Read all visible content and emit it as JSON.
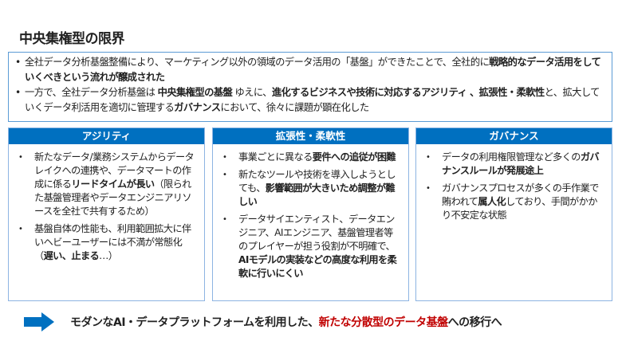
{
  "title": "中央集権型の限界",
  "summary": [
    [
      {
        "t": "全社データ分析基盤整備により、マーケティング以外の領域のデータ活用の「基盤」ができたことで、全社的に"
      },
      {
        "t": "戦略的なデータ活用をしていくべきという流れが醸成された",
        "b": true
      }
    ],
    [
      {
        "t": "一方で、全社データ分析基盤は "
      },
      {
        "t": "中央集権型の基盤",
        "b": true
      },
      {
        "t": " ゆえに、"
      },
      {
        "t": "進化するビジネスや技術に対応するアジリティ 、拡張性・柔軟性",
        "b": true
      },
      {
        "t": "と、拡大していくデータ利活用を適切に管理する"
      },
      {
        "t": "ガバナンス",
        "b": true
      },
      {
        "t": "において、徐々に課題が顕在化した"
      }
    ]
  ],
  "columns": [
    {
      "header": "アジリティ",
      "items": [
        [
          {
            "t": "新たなデータ/業務システムからデータレイクへの連携や、データマートの作成に係る"
          },
          {
            "t": "リードタイムが長い",
            "b": true
          },
          {
            "t": "（限られた基盤管理者やデータエンジニアリソースを全社で共有するため）"
          }
        ],
        [
          {
            "t": "基盤自体の性能も、利用範囲拡大に伴いヘビーユーザーには不満が常態化（"
          },
          {
            "t": "遅い、止まる",
            "b": true
          },
          {
            "t": "…）"
          }
        ]
      ]
    },
    {
      "header": "拡張性・柔軟性",
      "items": [
        [
          {
            "t": "事業ごとに異なる"
          },
          {
            "t": "要件への追従が困難",
            "b": true
          }
        ],
        [
          {
            "t": "新たなツールや技術を導入しようとしても、"
          },
          {
            "t": "影響範囲が大きいため調整が難しい",
            "b": true
          }
        ],
        [
          {
            "t": "データサイエンティスト、データエンジニア、AIエンジニア、基盤管理者等のプレイヤーが担う役割が不明確で、"
          },
          {
            "t": "AIモデルの実装などの高度な利用を柔軟に行いにくい",
            "b": true
          }
        ]
      ]
    },
    {
      "header": "ガバナンス",
      "items": [
        [
          {
            "t": "データの利用権限管理など多くの"
          },
          {
            "t": "ガバナンスルールが発展途上",
            "b": true
          }
        ],
        [
          {
            "t": "ガバナンスプロセスが多くの手作業で賄われて"
          },
          {
            "t": "属人化",
            "b": true
          },
          {
            "t": "しており、手間がかかり不安定な状態"
          }
        ]
      ]
    }
  ],
  "bottom": [
    {
      "t": "モダンなAI・データプラットフォームを利用した、"
    },
    {
      "t": "新たな分散型のデータ基盤",
      "red": true
    },
    {
      "t": "への移行へ"
    }
  ],
  "colors": {
    "accent": "#0070c0",
    "red": "#c00000",
    "border": "#5b9bd5"
  }
}
